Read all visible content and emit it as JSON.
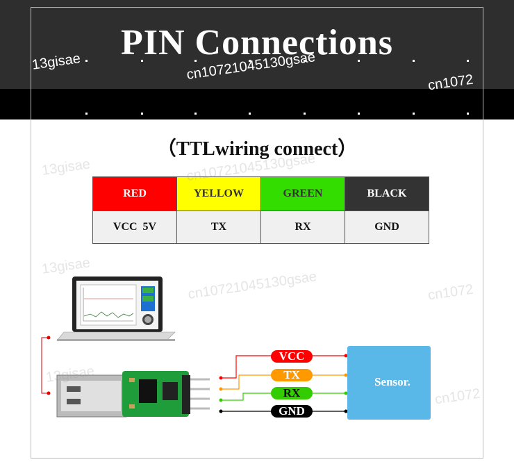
{
  "header": {
    "title": "PIN Connections"
  },
  "subtitle": "（TTLwiring connect）",
  "pin_table": {
    "colors": [
      {
        "label": "RED",
        "bg": "#ff0000",
        "fg": "#ffffff"
      },
      {
        "label": "YELLOW",
        "bg": "#ffff00",
        "fg": "#333333"
      },
      {
        "label": "GREEN",
        "bg": "#33dd00",
        "fg": "#333333"
      },
      {
        "label": "BLACK",
        "bg": "#333333",
        "fg": "#ffffff"
      }
    ],
    "values": [
      "VCC  5V",
      "TX",
      "RX",
      "GND"
    ]
  },
  "diagram": {
    "sensor_label": "Sensor.",
    "wires": [
      {
        "label": "VCC",
        "color": "#ff0000"
      },
      {
        "label": "TX",
        "color": "#ff9900"
      },
      {
        "label": "RX",
        "color": "#33cc00"
      },
      {
        "label": "GND",
        "color": "#000000"
      }
    ]
  },
  "watermarks": [
    "13gisae",
    "cn10721045130gsae",
    "cn1072"
  ]
}
